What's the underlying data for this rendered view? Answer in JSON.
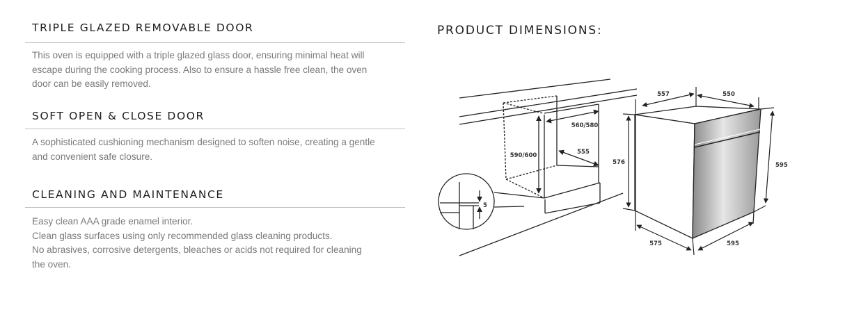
{
  "sections": [
    {
      "heading": "TRIPLE GLAZED REMOVABLE DOOR",
      "lines": [
        "This oven is equipped with a triple glazed glass door, ensuring minimal heat will",
        "escape during the cooking process. Also to ensure a hassle free clean, the oven",
        "door can be easily removed."
      ]
    },
    {
      "heading": "SOFT OPEN & CLOSE DOOR",
      "lines": [
        "A sophisticated cushioning mechanism designed to soften noise, creating a gentle",
        "and convenient safe closure."
      ]
    },
    {
      "heading": "CLEANING AND MAINTENANCE",
      "lines": [
        "Easy clean AAA grade enamel interior.",
        "Clean glass surfaces using only recommended glass cleaning products.",
        "No abrasives, corrosive detergents, bleaches or acids not required for cleaning",
        "the oven."
      ]
    }
  ],
  "dimensions": {
    "title": "PRODUCT DIMENSIONS:",
    "cabinet": {
      "height": "590/600",
      "width": "560/580",
      "depth": "555",
      "gap": "5"
    },
    "oven": {
      "top_depth": "557",
      "top_width": "550",
      "side_height": "576",
      "front_height": "595",
      "bottom_depth": "575",
      "bottom_width": "595"
    }
  }
}
